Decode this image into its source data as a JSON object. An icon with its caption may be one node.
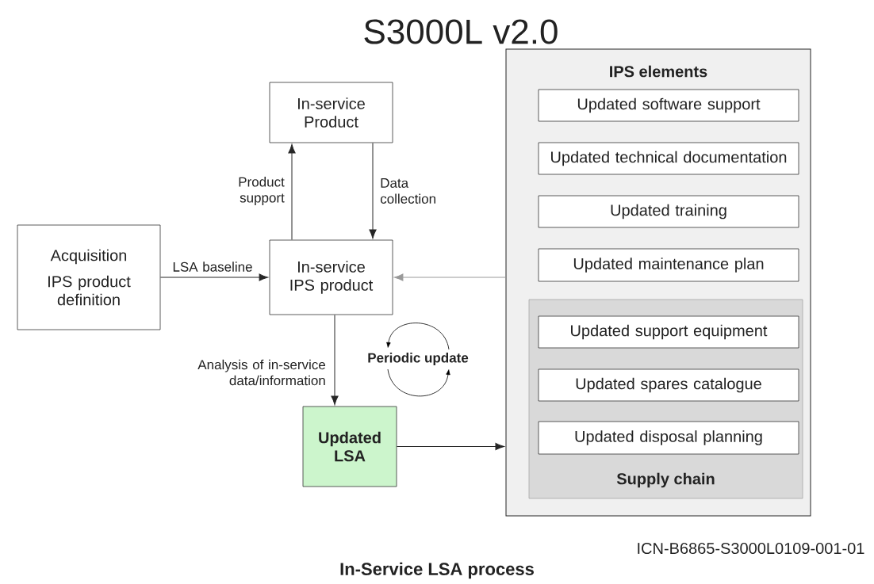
{
  "diagram": {
    "title": "S3000L v2.0",
    "caption": "In-Service LSA process",
    "nodes": [
      {
        "text": [
          "In-service Product"
        ]
      },
      {
        "text": [
          "Acquisition",
          "IPS product definition"
        ]
      },
      {
        "text": [
          "In-service IPS product"
        ]
      },
      {
        "text": [
          "Updated LSA"
        ]
      },
      {
        "text": [
          "IPS elements"
        ]
      },
      {
        "text": [
          "Updated software support"
        ],
        "in": 4
      },
      {
        "text": [
          "Updated technical documentation"
        ],
        "in": 4
      },
      {
        "text": [
          "Updated training"
        ],
        "in": 4
      },
      {
        "text": [
          "Updated maintenance plan"
        ],
        "in": 4
      },
      {
        "text": [
          "Supply chain"
        ],
        "in": 4
      },
      {
        "text": [
          "Updated support equipment"
        ],
        "in": 9
      },
      {
        "text": [
          "Updated spares catalogue"
        ],
        "in": 9
      },
      {
        "text": [
          "Updated disposal planning"
        ],
        "in": 9
      }
    ],
    "edges": [
      {
        "from": 2,
        "to": 0,
        "arrow": "to",
        "label": "Product support"
      },
      {
        "from": 0,
        "to": 2,
        "arrow": "to",
        "label": "Data collection"
      },
      {
        "from": 1,
        "to": 2,
        "arrow": "to",
        "label": "LSA baseline"
      },
      {
        "from": 4,
        "to": 2,
        "arrow": "to",
        "color": "#999999"
      },
      {
        "from": 2,
        "to": 3,
        "arrow": "to",
        "label": "Analysis of in-service data/information"
      },
      {
        "from": 3,
        "to": 4,
        "arrow": "to"
      }
    ],
    "labels": [
      "Periodic update",
      "ICN-B6865-S3000L0109-001-01"
    ]
  }
}
